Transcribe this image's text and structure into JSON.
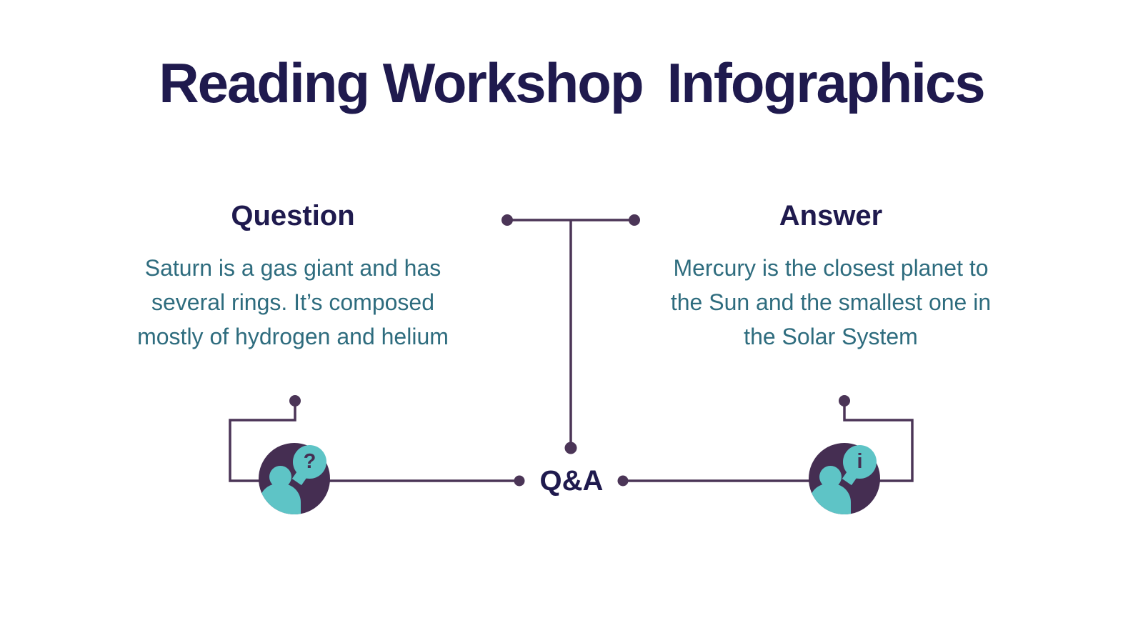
{
  "title": {
    "part1": "Reading Workshop",
    "part2": "Infographics"
  },
  "question": {
    "heading": "Question",
    "lines": [
      "Saturn is a gas giant and has",
      "several rings. It’s composed",
      "mostly of hydrogen and helium"
    ],
    "icon": {
      "bubble_glyph": "?"
    }
  },
  "answer": {
    "heading": "Answer",
    "lines": [
      "Mercury is the closest planet to",
      "the Sun and the smallest one in",
      "the Solar System"
    ],
    "icon": {
      "bubble_glyph": "i"
    }
  },
  "center": {
    "label": "Q&A"
  },
  "theme": {
    "background": "#ffffff",
    "navy": "#1f1a4e",
    "teal_text": "#2e6c7e",
    "plum": "#4b3557",
    "icon_circle": "#452e52",
    "icon_teal": "#5ec4c6"
  }
}
